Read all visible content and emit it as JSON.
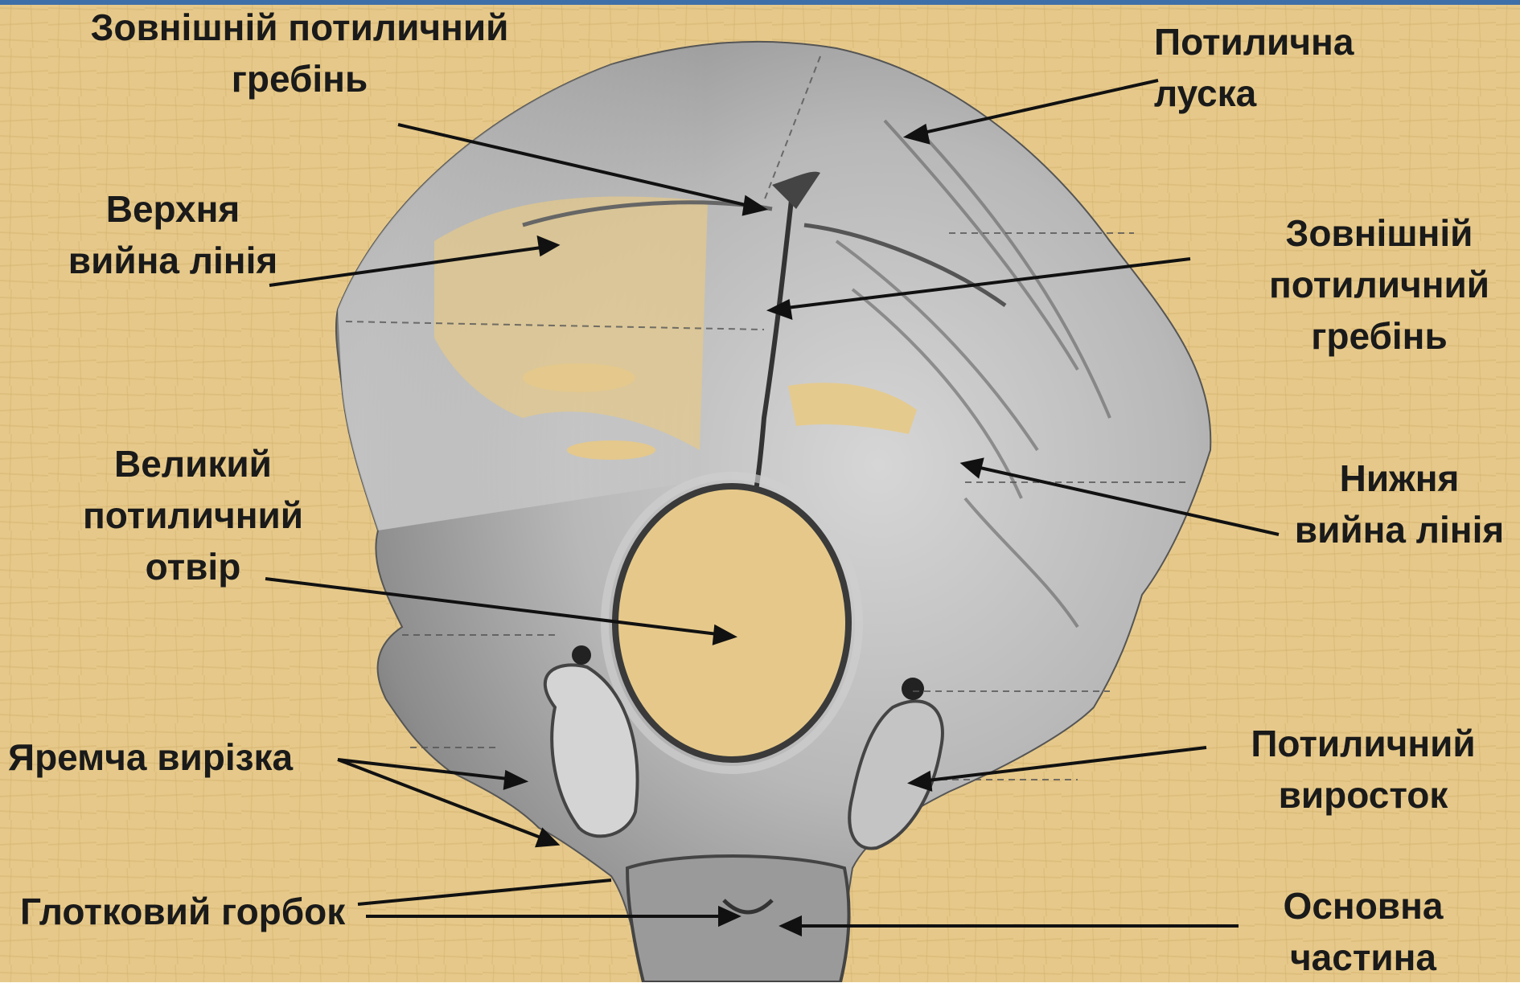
{
  "colors": {
    "parchment": "#e6c98a",
    "parchment_dark": "#c9a865",
    "bone_light": "#f2f2f2",
    "bone_mid": "#b5b5b5",
    "bone_dark": "#4a4a4a",
    "text": "#1a1a1a",
    "top_border": "#3f6fa8"
  },
  "labels": {
    "ext_crest_top": [
      "Зовнішній потиличний",
      "гребінь"
    ],
    "squama": [
      "Потилична",
      "луска"
    ],
    "superior_line": [
      "Верхня",
      "вийна лінія"
    ],
    "ext_crest_right": [
      "Зовнішній",
      "потиличний",
      "гребінь"
    ],
    "foramen_magnum": [
      "Великий",
      "потиличний",
      "отвір"
    ],
    "inferior_line": [
      "Нижня",
      "вийна лінія"
    ],
    "jugular_notch": [
      "Яремча вирізка"
    ],
    "condyle": [
      "Потиличний",
      "виросток"
    ],
    "pharyngeal_tubercle": [
      "Глотковий горбок"
    ],
    "basilar_part": [
      "Основна",
      "частина"
    ]
  }
}
